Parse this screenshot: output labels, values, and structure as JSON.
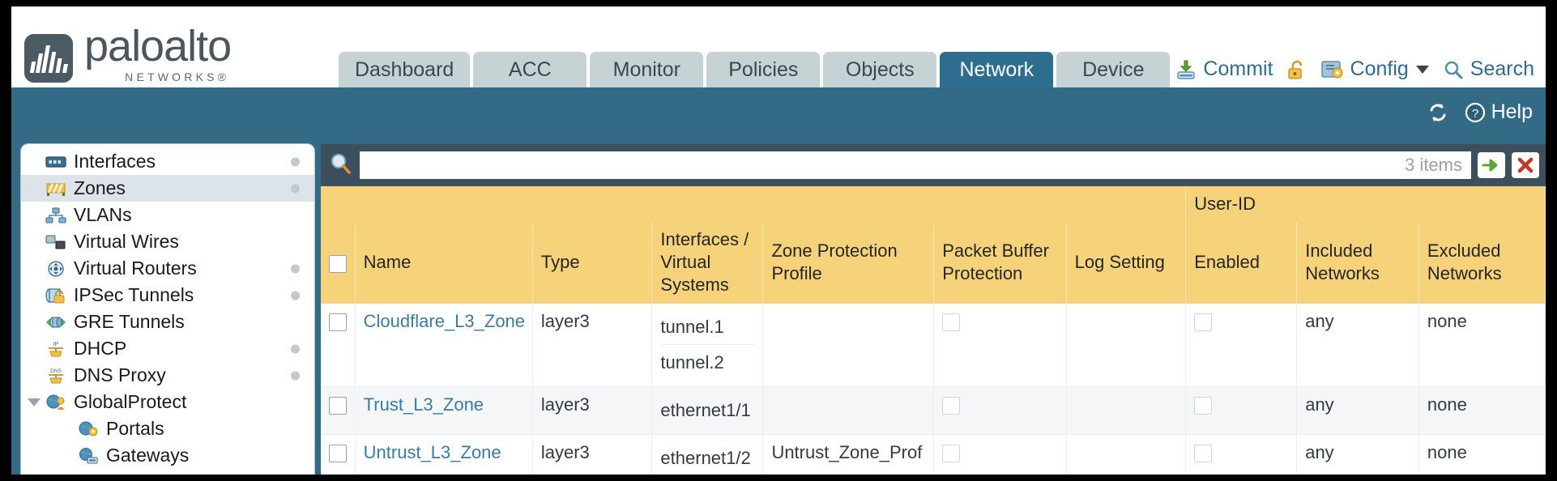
{
  "brand": {
    "name": "paloalto",
    "tagline": "NETWORKS®"
  },
  "nav": {
    "tabs": [
      {
        "label": "Dashboard",
        "active": false
      },
      {
        "label": "ACC",
        "active": false
      },
      {
        "label": "Monitor",
        "active": false
      },
      {
        "label": "Policies",
        "active": false
      },
      {
        "label": "Objects",
        "active": false
      },
      {
        "label": "Network",
        "active": true
      },
      {
        "label": "Device",
        "active": false
      }
    ]
  },
  "header_actions": {
    "commit": "Commit",
    "lock": "",
    "config": "Config",
    "search": "Search"
  },
  "blue_actions": {
    "refresh": "",
    "help": "Help"
  },
  "sidebar": {
    "items": [
      {
        "label": "Interfaces",
        "icon": "interfaces-icon",
        "dot": true,
        "selected": false,
        "child": false,
        "expander": false
      },
      {
        "label": "Zones",
        "icon": "zones-icon",
        "dot": true,
        "selected": true,
        "child": false,
        "expander": false
      },
      {
        "label": "VLANs",
        "icon": "vlans-icon",
        "dot": false,
        "selected": false,
        "child": false,
        "expander": false
      },
      {
        "label": "Virtual Wires",
        "icon": "virtual-wires-icon",
        "dot": false,
        "selected": false,
        "child": false,
        "expander": false
      },
      {
        "label": "Virtual Routers",
        "icon": "virtual-routers-icon",
        "dot": true,
        "selected": false,
        "child": false,
        "expander": false
      },
      {
        "label": "IPSec Tunnels",
        "icon": "ipsec-tunnels-icon",
        "dot": true,
        "selected": false,
        "child": false,
        "expander": false
      },
      {
        "label": "GRE Tunnels",
        "icon": "gre-tunnels-icon",
        "dot": false,
        "selected": false,
        "child": false,
        "expander": false
      },
      {
        "label": "DHCP",
        "icon": "dhcp-icon",
        "dot": true,
        "selected": false,
        "child": false,
        "expander": false
      },
      {
        "label": "DNS Proxy",
        "icon": "dns-proxy-icon",
        "dot": true,
        "selected": false,
        "child": false,
        "expander": false
      },
      {
        "label": "GlobalProtect",
        "icon": "globalprotect-icon",
        "dot": false,
        "selected": false,
        "child": false,
        "expander": true
      },
      {
        "label": "Portals",
        "icon": "portals-icon",
        "dot": false,
        "selected": false,
        "child": true,
        "expander": false
      },
      {
        "label": "Gateways",
        "icon": "gateways-icon",
        "dot": false,
        "selected": false,
        "child": true,
        "expander": false
      }
    ]
  },
  "search": {
    "value": "",
    "placeholder": "",
    "item_count": "3 items"
  },
  "table": {
    "group_header": {
      "label": "User-ID",
      "span": 3
    },
    "columns": [
      "Name",
      "Type",
      "Interfaces / Virtual Systems",
      "Zone Protection Profile",
      "Packet Buffer Protection",
      "Log Setting",
      "Enabled",
      "Included Networks",
      "Excluded Networks"
    ],
    "rows": [
      {
        "selected": false,
        "name": "Cloudflare_L3_Zone",
        "type": "layer3",
        "interfaces": [
          "tunnel.1",
          "tunnel.2"
        ],
        "zone_protection_profile": "",
        "packet_buffer_protection": false,
        "log_setting": "",
        "userid_enabled": false,
        "included_networks": "any",
        "excluded_networks": "none"
      },
      {
        "selected": false,
        "name": "Trust_L3_Zone",
        "type": "layer3",
        "interfaces": [
          "ethernet1/1"
        ],
        "zone_protection_profile": "",
        "packet_buffer_protection": false,
        "log_setting": "",
        "userid_enabled": false,
        "included_networks": "any",
        "excluded_networks": "none"
      },
      {
        "selected": false,
        "name": "Untrust_L3_Zone",
        "type": "layer3",
        "interfaces": [
          "ethernet1/2"
        ],
        "zone_protection_profile": "Untrust_Zone_Prof",
        "packet_buffer_protection": false,
        "log_setting": "",
        "userid_enabled": false,
        "included_networks": "any",
        "excluded_networks": "none"
      }
    ]
  },
  "colors": {
    "brand_blue": "#336b87",
    "tab_active": "#2e6d8e",
    "tab_inactive": "#c7d2d4",
    "table_header": "#f6d37a",
    "group_header": "#e3bb5c",
    "link": "#3a7ca5",
    "searchbar": "#3d4f5c"
  }
}
